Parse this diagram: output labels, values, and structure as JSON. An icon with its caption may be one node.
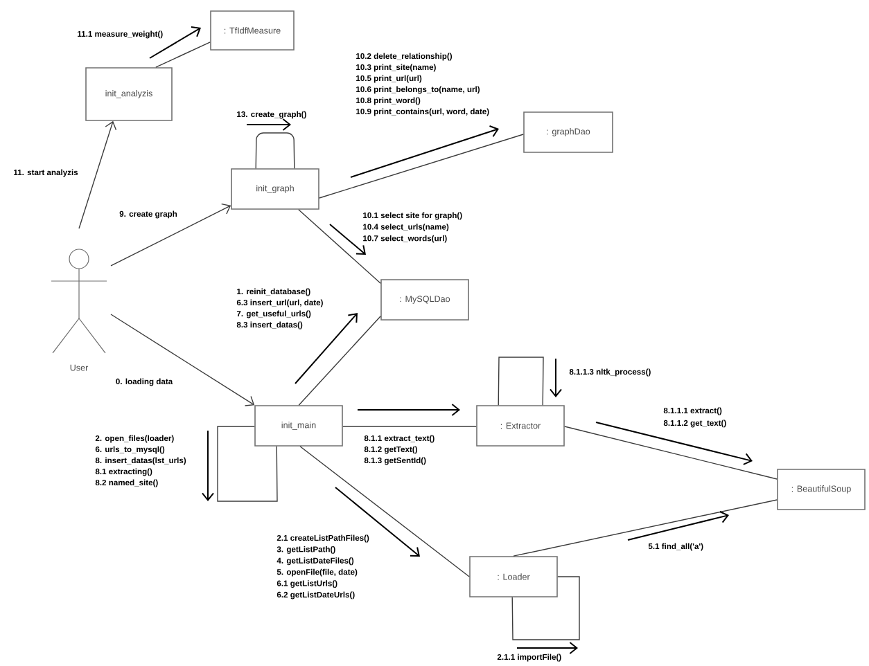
{
  "diagram": {
    "nodes": [
      {
        "text": [
          ": TfIdfMeasure"
        ]
      },
      {
        "text": [
          "init_analyzis"
        ]
      },
      {
        "text": [
          ": graphDao"
        ]
      },
      {
        "text": [
          "init_graph"
        ]
      },
      {
        "text": [
          "User"
        ]
      },
      {
        "text": [
          ": MySQLDao"
        ]
      },
      {
        "text": [
          "init_main"
        ]
      },
      {
        "text": [
          ": Extractor"
        ]
      },
      {
        "text": [
          ": BeautifulSoup"
        ]
      },
      {
        "text": [
          ": Loader"
        ]
      }
    ],
    "edges": [
      {
        "from": 4,
        "to": 1,
        "arrow": "to",
        "label": "11. start analyzis"
      },
      {
        "from": 1,
        "to": 0,
        "arrow": "none"
      },
      {
        "from": 4,
        "to": 3,
        "arrow": "to",
        "label": "9. create graph"
      },
      {
        "from": 3,
        "to": 3,
        "arrow": "none"
      },
      {
        "from": 3,
        "to": 2,
        "arrow": "none"
      },
      {
        "from": 3,
        "to": 5,
        "arrow": "none"
      },
      {
        "from": 4,
        "to": 6,
        "arrow": "to",
        "label": "0. loading data"
      },
      {
        "from": 6,
        "to": 5,
        "arrow": "none"
      },
      {
        "from": 6,
        "to": 6,
        "arrow": "none"
      },
      {
        "from": 6,
        "to": 7,
        "arrow": "none"
      },
      {
        "from": 7,
        "to": 7,
        "arrow": "none"
      },
      {
        "from": 7,
        "to": 8,
        "arrow": "none"
      },
      {
        "from": 6,
        "to": 9,
        "arrow": "none"
      },
      {
        "from": 9,
        "to": 9,
        "arrow": "none"
      },
      {
        "from": 9,
        "to": 8,
        "arrow": "none"
      }
    ],
    "labels": [
      "11.1 measure_weight()",
      "10.2 delete_relationship()",
      "10.3 print_site(name)",
      "10.5 print_url(url)",
      "10.6 print_belongs_to(name, url)",
      "10.8 print_word()",
      "10.9 print_contains(url, word, date)",
      "13. create_graph()",
      "10.1 select site for graph()",
      "10.4 select_urls(name)",
      "10.7 select_words(url)",
      "1. reinit_database()",
      "6.3 insert_url(url, date)",
      "7. get_useful_urls()",
      "8.3 insert_datas()",
      "8.1.1.3 nltk_process()",
      "8.1.1.1 extract()",
      "8.1.1.2 get_text()",
      "2. open_files(loader)",
      "6. urls_to_mysql()",
      "8. insert_datas(lst_urls)",
      "8.1 extracting()",
      "8.2 named_site()",
      "8.1.1 extract_text()",
      "8.1.2 getText()",
      "8.1.3 getSentId()",
      "2.1 createListPathFiles()",
      "3. getListPath()",
      "4. getListDateFiles()",
      "5. openFile(file, date)",
      "6.1 getListUrls()",
      "6.2 getListDateUrls()",
      "5.1 find_all('a')",
      "2.1.1 importFile()"
    ]
  }
}
